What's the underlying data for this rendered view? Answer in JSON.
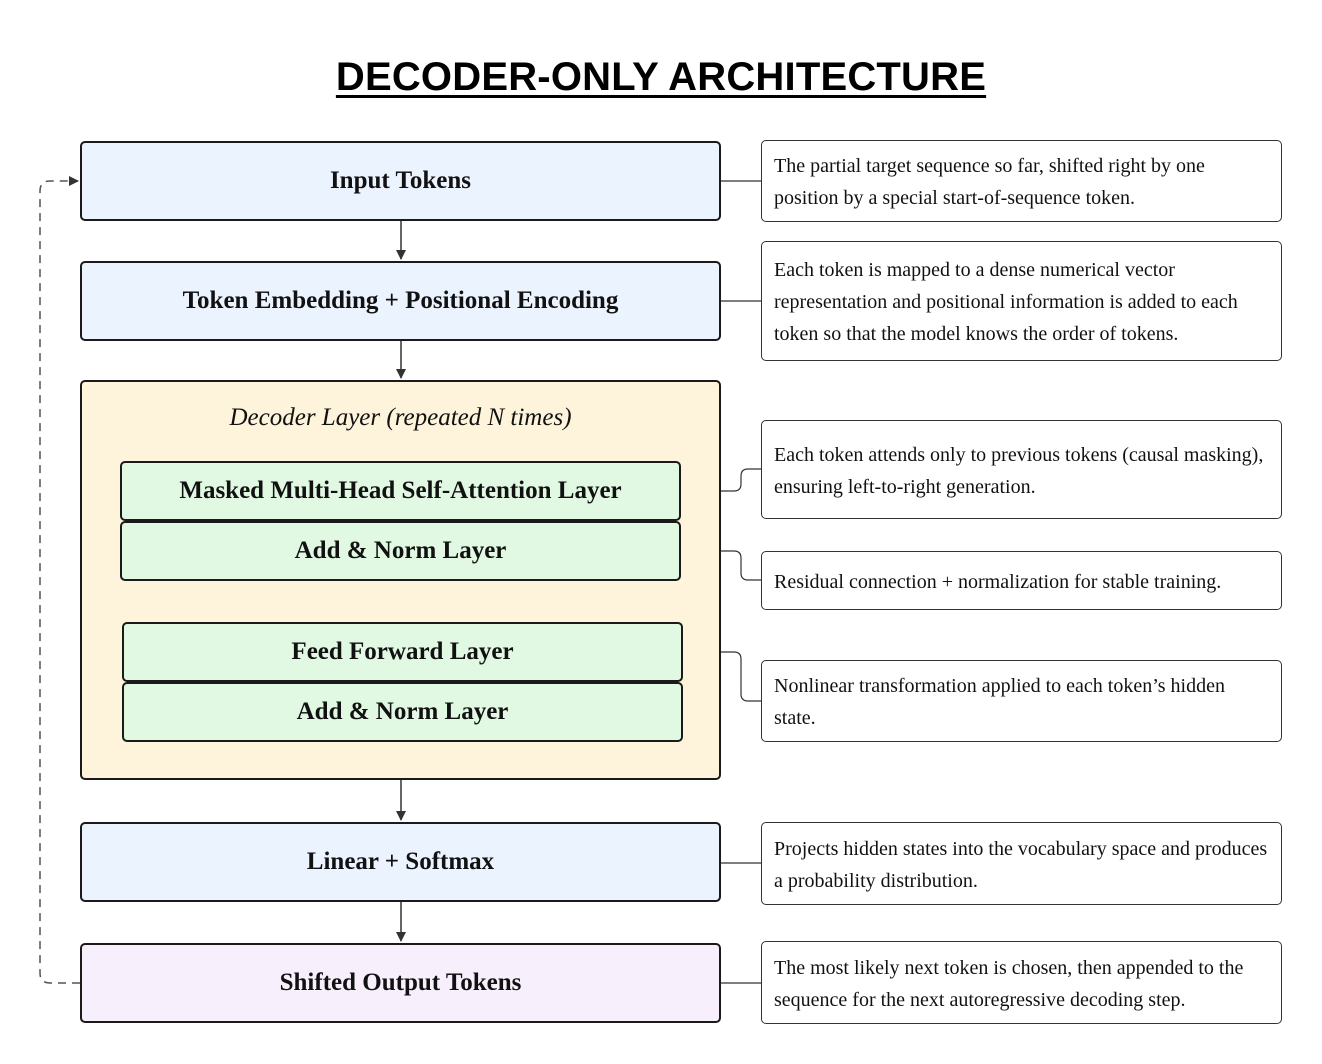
{
  "title": "DECODER-ONLY ARCHITECTURE",
  "blocks": {
    "input_tokens": "Input Tokens",
    "embedding": "Token Embedding + Positional Encoding",
    "decoder_layer": "Decoder Layer (repeated N times)",
    "masked_attention": "Masked Multi-Head Self-Attention Layer",
    "add_norm_1": "Add & Norm Layer",
    "feed_forward": "Feed Forward Layer",
    "add_norm_2": "Add & Norm Layer",
    "linear_softmax": "Linear + Softmax",
    "shifted_output": "Shifted Output Tokens"
  },
  "notes": {
    "input_tokens": "The partial target sequence so far, shifted right by one position by a special start-of-sequence token.",
    "embedding": "Each token is mapped to a dense numerical vector representation and positional information is added to each token so that the model knows the order of tokens.",
    "masked_attention": "Each token attends only to previous tokens (causal masking), ensuring left-to-right generation.",
    "add_norm": "Residual connection + normalization for stable training.",
    "feed_forward": "Nonlinear transformation applied to each token’s hidden state.",
    "linear_softmax": "Projects hidden states into the vocabulary space and produces a probability distribution.",
    "shifted_output": "The most likely next token is chosen, then appended to the sequence for the next autoregressive decoding step."
  },
  "colors": {
    "io_block": "#ebf3fe",
    "sublayer_block": "#e1f9e3",
    "decoder_block": "#fef3db",
    "output_block": "#f8effd",
    "stroke": "#1a1a1a"
  }
}
